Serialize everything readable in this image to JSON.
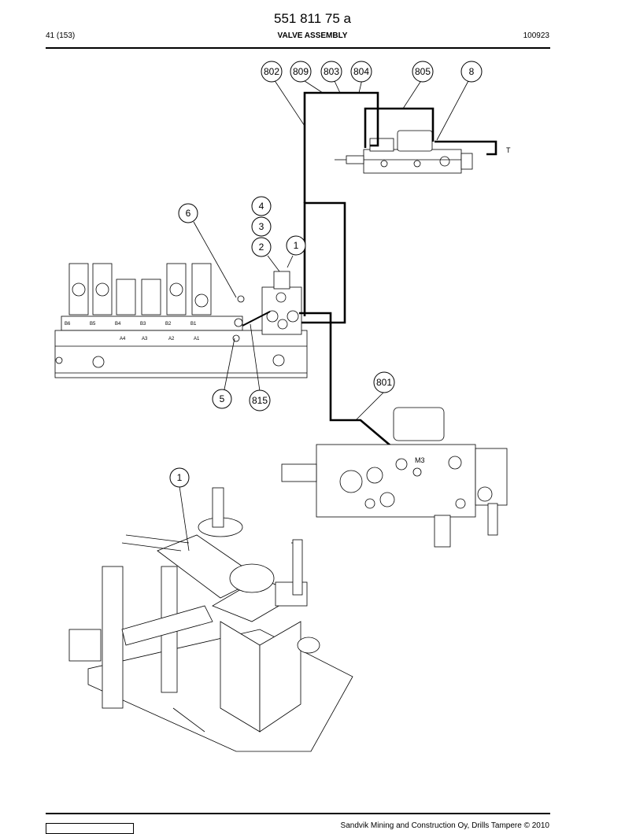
{
  "header": {
    "doc_number": "551 811 75 a",
    "page": "41 (153)",
    "title": "VALVE ASSEMBLY",
    "code": "100923"
  },
  "footer": {
    "text": "Sandvik Mining and Construction Oy, Drills Tampere © 2010"
  },
  "callouts": [
    "802",
    "809",
    "803",
    "804",
    "805",
    "8",
    "6",
    "4",
    "3",
    "2",
    "1",
    "5",
    "815",
    "801",
    "1"
  ],
  "drawing_labels": {
    "tank_port": "T",
    "gauge_port": "M3",
    "ports_top": [
      "B6",
      "B5",
      "B4",
      "B3",
      "B2",
      "B1"
    ],
    "ports_bottom": [
      "A4",
      "A3",
      "A2",
      "A1"
    ]
  }
}
